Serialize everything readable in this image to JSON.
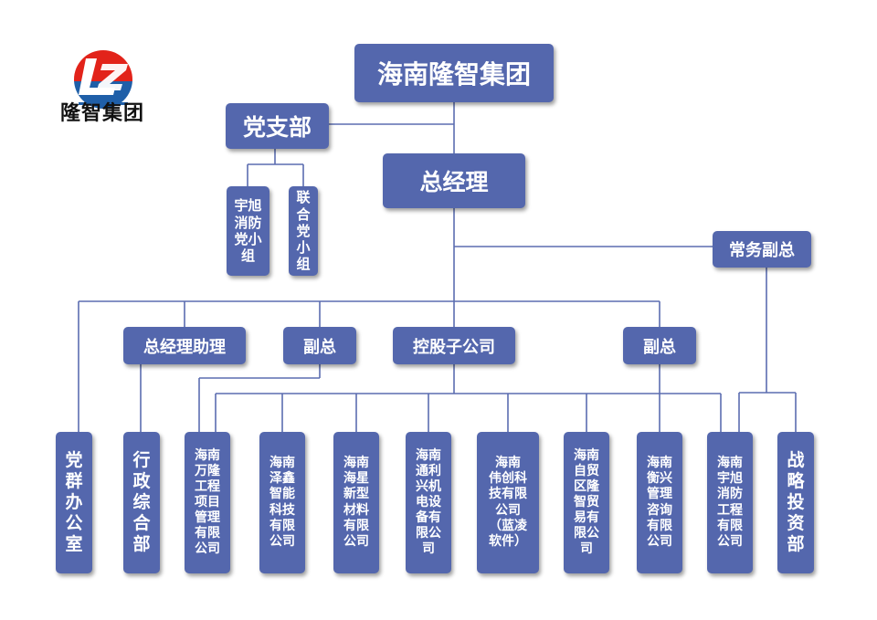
{
  "logo": {
    "text": "隆智集团",
    "icon": "lz-logo-icon",
    "colors": {
      "red": "#e2231a",
      "blue": "#1f5fa8"
    }
  },
  "colors": {
    "box": "#5467ad",
    "line": "#5b6db0",
    "text": "#ffffff"
  },
  "top": {
    "company": "海南隆智集团",
    "party_branch": "党支部",
    "general_manager": "总经理",
    "exec_vp": "常务副总"
  },
  "party_groups": [
    "宇旭\n消防\n党小\n组",
    "联合\n党小\n组"
  ],
  "middle": {
    "gm_assistant": "总经理助理",
    "vp_left": "副总",
    "holding": "控股子公司",
    "vp_right": "副总"
  },
  "departments": [
    "党群\n办公\n室",
    "行政\n综合\n部",
    "海南\n万隆\n工程\n项目\n管理\n有限\n公司",
    "海南\n泽鑫\n智能\n科技\n有限\n公司",
    "海南\n海星\n新型\n材料\n有限\n公司",
    "海南\n通利\n兴机\n电设\n备有\n限公\n司",
    "海南\n伟创科\n技有限\n公司\n（蓝凌\n软件）",
    "海南\n自贸\n区隆\n智贸\n易有\n限公\n司",
    "海南\n衡兴\n管理\n咨询\n有限\n公司",
    "海南\n宇旭\n消防\n工程\n有限\n公司",
    "战略\n投资\n部"
  ]
}
